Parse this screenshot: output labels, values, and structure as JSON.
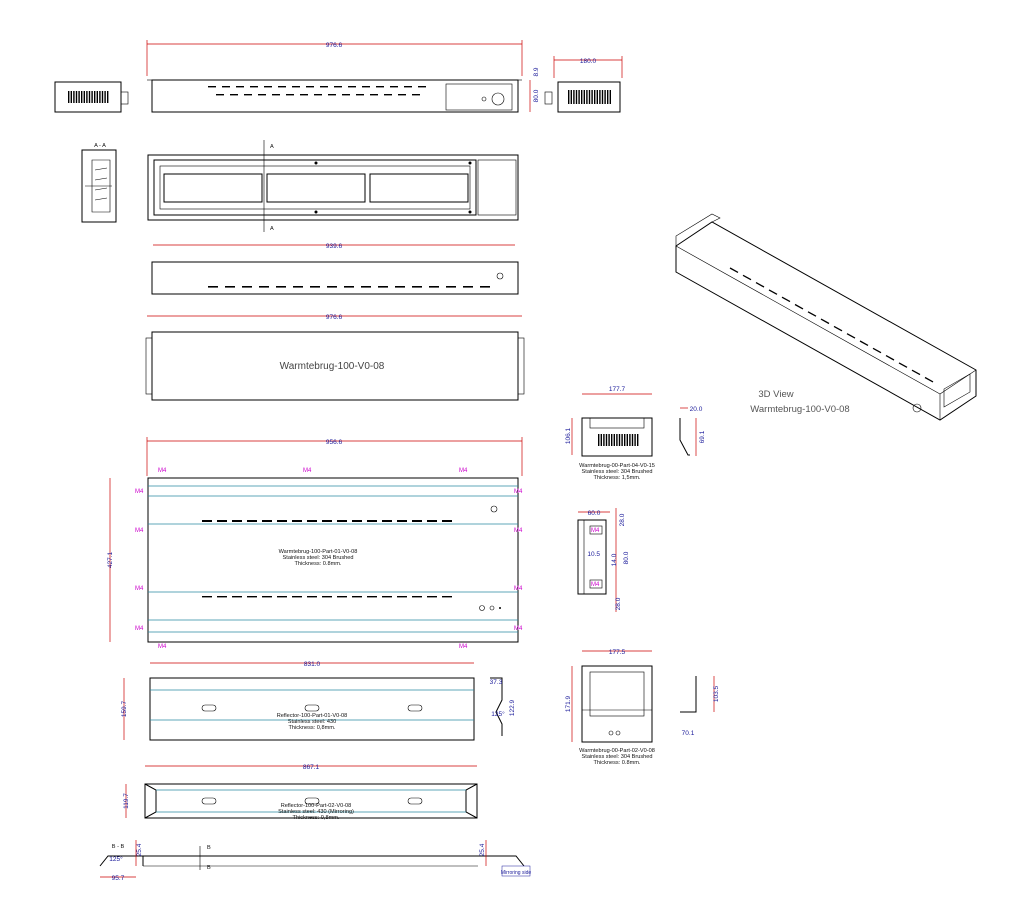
{
  "drawing": {
    "front_view_length": "976.6",
    "front_view_height": "80.0",
    "front_view_offset": "8.9",
    "end_view_width": "180.0",
    "section_label_a": "A - A",
    "section_cut_a": "A",
    "top_inner_length": "939.6",
    "bottom_length": "976.6",
    "title_text": "Warmtebrug-100-V0-08",
    "view3d_title": "3D View",
    "view3d_name": "Warmtebrug-100-V0-08"
  },
  "part01": {
    "width": "956.6",
    "height": "427.1",
    "name": "Warmtebrug-100-Part-01-V0-08",
    "material": "Stainless steel: 304 Brushed",
    "thickness": "Thickness: 0.8mm.",
    "hole_label": "M4"
  },
  "part04": {
    "width": "177.7",
    "height": "106.1",
    "flange": "20.0",
    "side_height": "69.1",
    "name": "Warmtebrug-00-Part-04-V0-15",
    "material": "Stainless steel: 304 Brushed",
    "thickness": "Thickness: 1,5mm."
  },
  "bracket": {
    "width": "60.0",
    "top": "28.0",
    "mid1": "10.5",
    "mid2": "14.0",
    "height": "80.0",
    "bottom": "28.0",
    "hole_label": "M4"
  },
  "part02": {
    "width": "177.5",
    "height": "171.9",
    "side_height": "103.5",
    "side_width": "70.1",
    "name": "Warmtebrug-00-Part-02-V0-08",
    "material": "Stainless steel: 304 Brushed",
    "thickness": "Thickness: 0.8mm."
  },
  "reflector01": {
    "length": "831.0",
    "height": "159.7",
    "profile_top": "37.3",
    "profile_height": "122.9",
    "profile_angle": "125°",
    "name": "Reflector-100-Part-01-V0-08",
    "material": "Stainless steel: 430",
    "thickness": "Thickness: 0,8mm."
  },
  "reflector02": {
    "length": "867.1",
    "height": "119.7",
    "name": "Reflector-100-Part-02-V0-08",
    "material": "Stainless steel: 430 (Mirroring)",
    "thickness": "Thickness: 0,8mm."
  },
  "section_b": {
    "label": "B - B",
    "cut": "B",
    "angle": "125°",
    "left_height": "25.4",
    "right_height": "25.4",
    "width": "95.7",
    "mirror_note": "Mirroring side"
  }
}
